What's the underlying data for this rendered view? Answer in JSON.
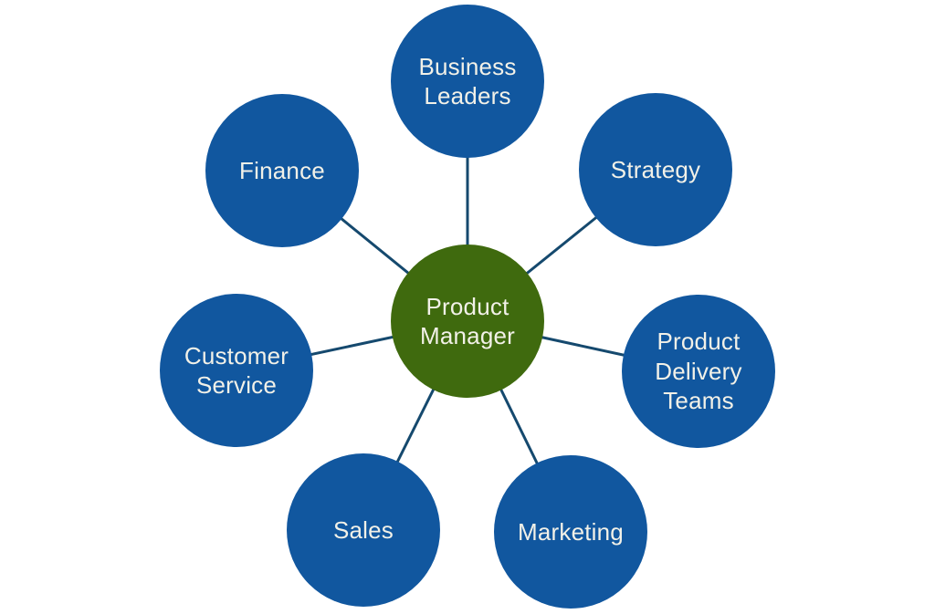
{
  "diagram": {
    "hub": {
      "label": "Product Manager"
    },
    "nodes": [
      {
        "id": "business-leaders",
        "label": "Business Leaders"
      },
      {
        "id": "strategy",
        "label": "Strategy"
      },
      {
        "id": "product-delivery-teams",
        "label": "Product Delivery Teams"
      },
      {
        "id": "marketing",
        "label": "Marketing"
      },
      {
        "id": "sales",
        "label": "Sales"
      },
      {
        "id": "customer-service",
        "label": "Customer Service"
      },
      {
        "id": "finance",
        "label": "Finance"
      }
    ],
    "colors": {
      "hub_fill": "#3f6a0e",
      "node_fill": "#11579f",
      "connector_line": "#15496e",
      "label_text": "#f2f1e8",
      "background": "#ffffff"
    }
  }
}
